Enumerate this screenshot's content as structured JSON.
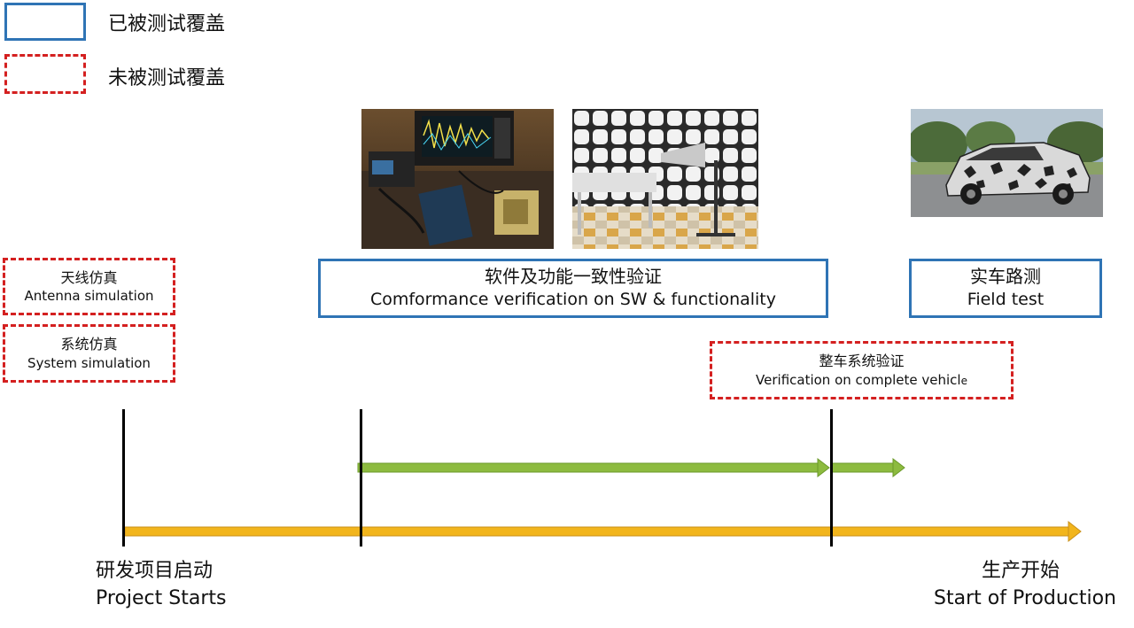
{
  "legend": {
    "covered": "已被测试覆盖",
    "not_covered": "未被测试覆盖"
  },
  "boxes": {
    "antenna": {
      "zh": "天线仿真",
      "en": "Antenna simulation"
    },
    "system": {
      "zh": "系统仿真",
      "en": "System simulation"
    },
    "conformance": {
      "zh": "软件及功能一致性验证",
      "en": "Comformance verification on SW & functionality"
    },
    "field": {
      "zh": "实车路测",
      "en": "Field test"
    },
    "vehicle": {
      "zh": "整车系统验证",
      "en": "Verification on complete vehicl",
      "en_tail": "e"
    }
  },
  "milestones": {
    "start": {
      "zh": "研发项目启动",
      "en": "Project Starts"
    },
    "sop": {
      "zh": "生产开始",
      "en": "Start of Production"
    }
  },
  "colors": {
    "covered_border": "#2f74b5",
    "not_covered_border": "#d42020",
    "green_arrow": "#8dbb3f",
    "yellow_arrow": "#f2b51c"
  }
}
